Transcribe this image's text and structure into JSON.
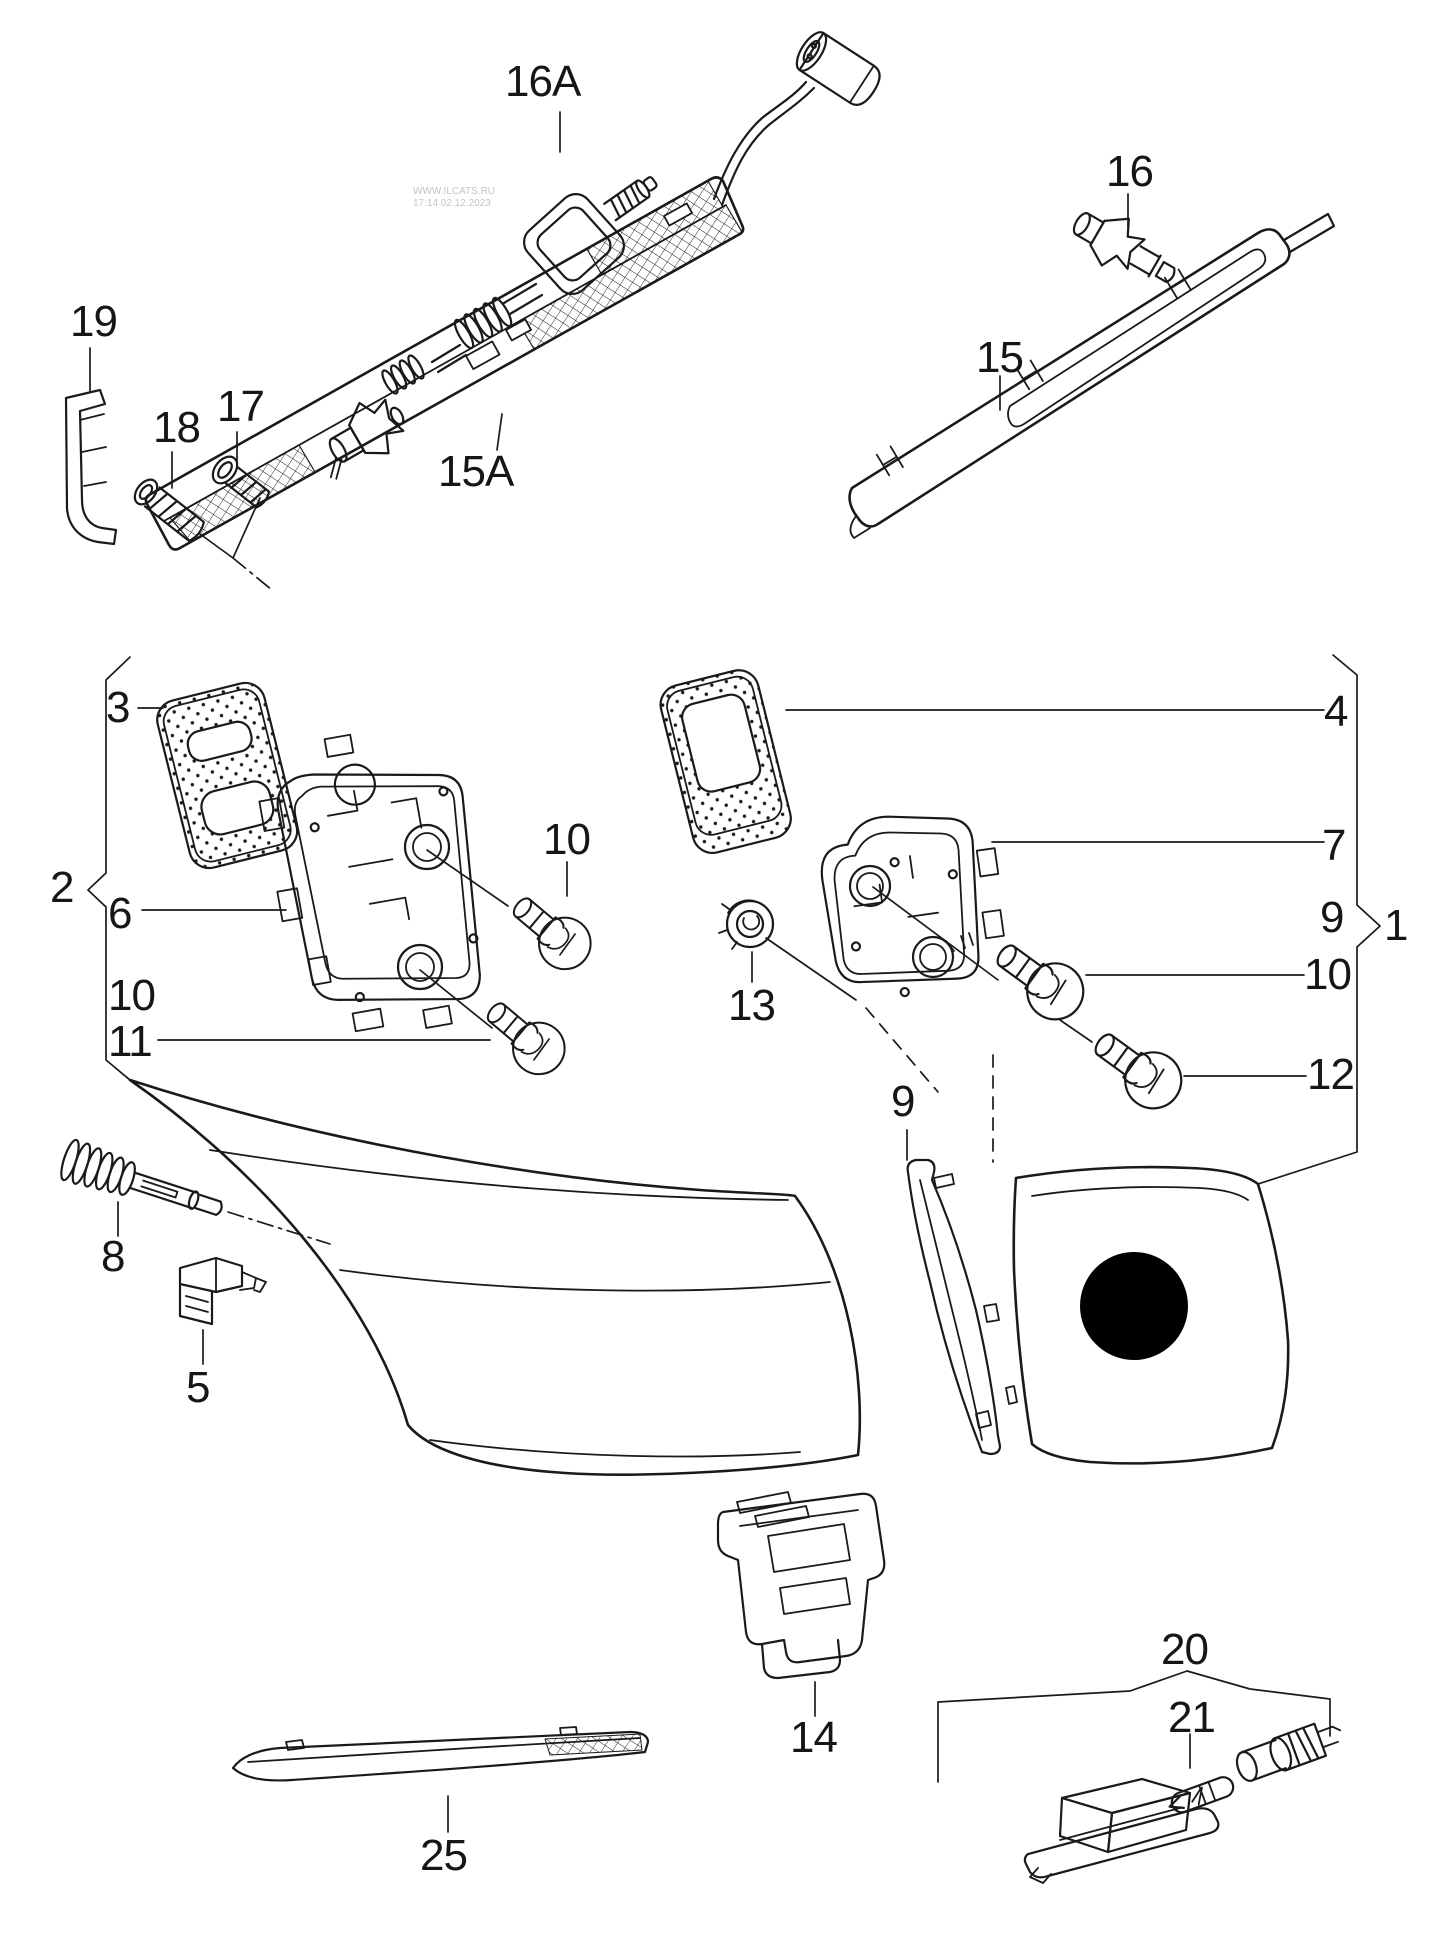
{
  "diagram": {
    "title_hidden": "",
    "watermark": {
      "line1": "WWW.ILCATS.RU",
      "line2": "17:14 02.12.2023"
    },
    "callouts": {
      "p1": "1",
      "p2": "2",
      "p3": "3",
      "p4": "4",
      "p5": "5",
      "p6": "6",
      "p7": "7",
      "p8": "8",
      "p9": "9",
      "p10": "10",
      "p11": "11",
      "p12": "12",
      "p13": "13",
      "p14": "14",
      "p15": "15",
      "p15a": "15A",
      "p16": "16",
      "p16a": "16A",
      "p17": "17",
      "p18": "18",
      "p19": "19",
      "p20": "20",
      "p21": "21",
      "p25": "25"
    },
    "colors": {
      "line": "#1a1a1a",
      "background": "#ffffff",
      "lens_dot": "#000000",
      "watermark": "#c4c4c4"
    }
  }
}
